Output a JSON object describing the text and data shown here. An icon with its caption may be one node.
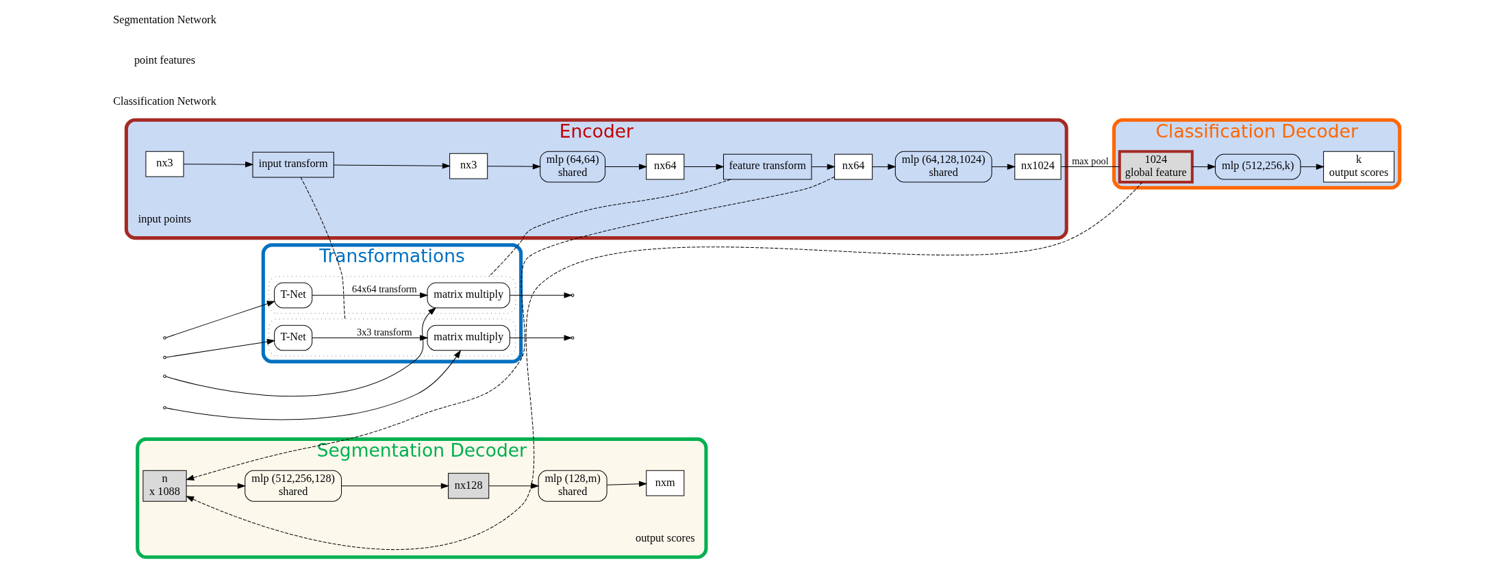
{
  "diagram": {
    "nodes": [
      {
        "text": [
          "Encoder"
        ]
      },
      {
        "text": [
          "nx3"
        ],
        "beside": [
          "input points"
        ],
        "in": 0
      },
      {
        "text": [
          "input transform"
        ],
        "in": 0
      },
      {
        "text": [
          "nx3"
        ],
        "in": 0
      },
      {
        "text": [
          "mlp (64,64)",
          "shared"
        ],
        "in": 0
      },
      {
        "text": [
          "nx64"
        ],
        "in": 0
      },
      {
        "text": [
          "feature transform"
        ],
        "in": 0
      },
      {
        "text": [
          "nx64"
        ],
        "in": 0
      },
      {
        "text": [
          "mlp (64,128,1024)",
          "shared"
        ],
        "in": 0
      },
      {
        "text": [
          "nx1024"
        ],
        "in": 0
      },
      {
        "text": [
          "Classification Decoder"
        ]
      },
      {
        "text": [
          "1024",
          "global feature"
        ],
        "in": 10
      },
      {
        "text": [
          "mlp (512,256,k)"
        ],
        "in": 10
      },
      {
        "text": [
          "k",
          "output scores"
        ],
        "in": 10
      },
      {
        "text": [
          "Transformations"
        ]
      },
      {
        "text": [],
        "shape": "box",
        "in": 14
      },
      {
        "text": [
          "T-Net"
        ],
        "in": 15
      },
      {
        "text": [
          "matrix multiply"
        ],
        "in": 15
      },
      {
        "text": [],
        "shape": "box",
        "in": 14
      },
      {
        "text": [
          "T-Net"
        ],
        "in": 18
      },
      {
        "text": [
          "matrix multiply"
        ],
        "in": 18
      },
      {
        "text": [
          "Segmentation Decoder"
        ]
      },
      {
        "text": [
          "n",
          "x 1088"
        ],
        "in": 21
      },
      {
        "text": [
          "mlp (512,256,128)",
          "shared"
        ],
        "in": 21
      },
      {
        "text": [
          "nx128"
        ],
        "in": 21
      },
      {
        "text": [
          "mlp (128,m)",
          "shared"
        ],
        "in": 21
      },
      {
        "text": [
          "nxm"
        ],
        "beside": [
          "output scores"
        ],
        "in": 21
      }
    ],
    "edges": [
      {
        "from": 1,
        "to": 2,
        "arrow": "to"
      },
      {
        "from": 2,
        "to": 3,
        "arrow": "to"
      },
      {
        "from": 3,
        "to": 4,
        "arrow": "to"
      },
      {
        "from": 4,
        "to": 5,
        "arrow": "to"
      },
      {
        "from": 5,
        "to": 6,
        "arrow": "to"
      },
      {
        "from": 6,
        "to": 7,
        "arrow": "to"
      },
      {
        "from": 7,
        "to": 8,
        "arrow": "to"
      },
      {
        "from": 8,
        "to": 9,
        "arrow": "to"
      },
      {
        "from": 9,
        "to": 11,
        "arrow": "none",
        "label": "max pool"
      },
      {
        "from": 11,
        "to": 12,
        "arrow": "to"
      },
      {
        "from": 12,
        "to": 13,
        "arrow": "to"
      },
      {
        "from": 2,
        "to": 15,
        "arrow": "none",
        "style": "dashed"
      },
      {
        "from": 6,
        "to": 18,
        "arrow": "none",
        "style": "dashed"
      },
      {
        "from": 7,
        "to": 22,
        "arrow": "to",
        "style": "dashed"
      },
      {
        "from": 11,
        "to": 22,
        "arrow": "to",
        "style": "dashed"
      },
      {
        "from": null,
        "to": 16,
        "arrow": "to"
      },
      {
        "from": null,
        "to": 17,
        "arrow": "to"
      },
      {
        "from": 16,
        "to": 17,
        "arrow": "to",
        "label": "3x3 transform"
      },
      {
        "from": 17,
        "to": null,
        "arrow": "to"
      },
      {
        "from": null,
        "to": 19,
        "arrow": "to"
      },
      {
        "from": null,
        "to": 20,
        "arrow": "to"
      },
      {
        "from": 19,
        "to": 20,
        "arrow": "to",
        "label": "64x64 transform"
      },
      {
        "from": 20,
        "to": null,
        "arrow": "to"
      },
      {
        "from": 22,
        "to": 23,
        "arrow": "to"
      },
      {
        "from": 23,
        "to": 24,
        "arrow": "to"
      },
      {
        "from": 24,
        "to": 25,
        "arrow": "to"
      },
      {
        "from": 25,
        "to": 26,
        "arrow": "to"
      }
    ],
    "labels": [
      "Classification Network",
      "point features",
      "Segmentation Network"
    ]
  }
}
